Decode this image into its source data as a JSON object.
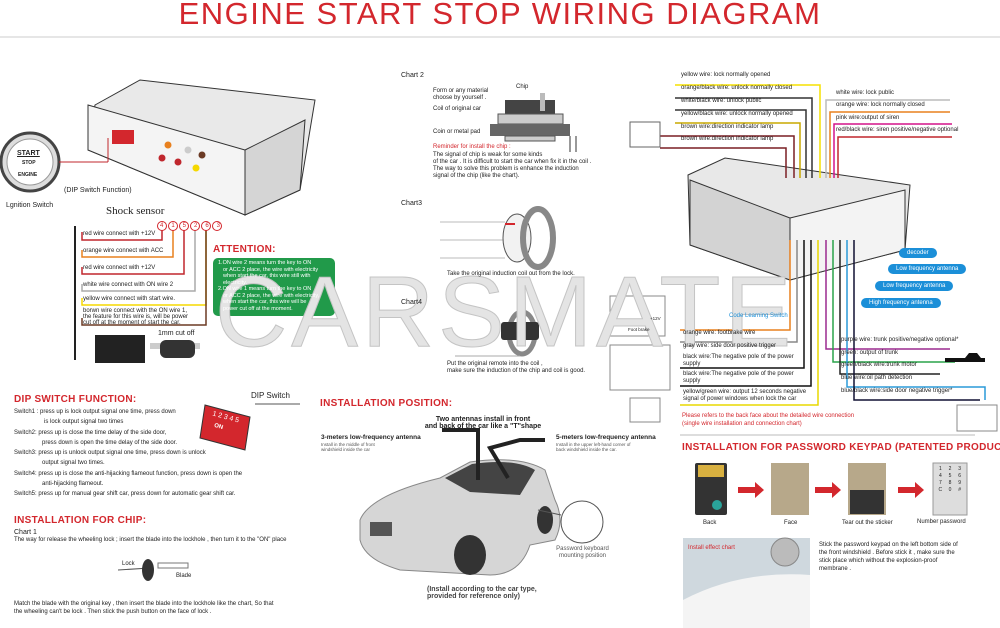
{
  "title": "ENGINE START STOP WIRING DIAGRAM",
  "watermark": "CARSMATE",
  "left": {
    "start_button": {
      "start": "START",
      "stop": "STOP",
      "engine": "ENGINE"
    },
    "ignition_label": "Lgnition Switch",
    "dip_label": "(DIP Switch Function)",
    "shock_label": "Shock sensor",
    "wire_numbers": [
      "4",
      "1",
      "5",
      "2",
      "6",
      "3"
    ],
    "wires": [
      {
        "text": "red wire connect with +12V",
        "color": "#c0272d"
      },
      {
        "text": "orange wire connect with ACC",
        "color": "#e8801e"
      },
      {
        "text": "red wire connect with +12V",
        "color": "#c0272d"
      },
      {
        "text": "white wire connect with ON wire 2",
        "color": "#aaaaaa"
      },
      {
        "text": "yellow wire connect with start wire.",
        "color": "#f5d800"
      },
      {
        "text": "borwn wire connect with the ON wire 1,",
        "color": "#6b3a24"
      }
    ],
    "brown_extra": [
      "the feature for this wire is, will be power",
      "cut off at the moment of start the car."
    ],
    "cutoff": "1mm cut off",
    "attention": {
      "title": "ATTENTION:",
      "lines": [
        "1.ON wire 2 means turn the key to ON",
        "or ACC 2 place, the wire with electricity",
        "when start the car, this wire still with",
        "electricity.",
        "2.ON wire 1 means turn the key to ON",
        "or ACC 2 place, the wire with electricity,",
        "when start the car, this wire will be",
        "power cut off at the moment."
      ]
    }
  },
  "dip": {
    "title": "DIP SWITCH FUNCTION:",
    "label": "DIP Switch",
    "switch_numbers": "1 2 3 4 5",
    "on": "ON",
    "lines": [
      "Switch1 : press up is lock output signal one time, press down",
      "is lock output signal two times",
      "Switch2: press up is close the time delay of the side door,",
      "press down is open the time delay of the side door.",
      "Switch3: press up is unlock output signal one time, press down is unlock",
      "output signal two times.",
      "Switch4: press up is close the anti-hijacking flameout function, press down is open the",
      "anti-hijacking flameout.",
      "Switch5: press up for manual gear shift car, press down for automatic gear shift car."
    ]
  },
  "chip": {
    "title": "INSTALLATION FOR CHIP:",
    "chart1": "Chart 1",
    "line1": "The way for release the wheeling lock ; insert the blade into the lockhole , then turn it to the \"ON\" place",
    "lock": "Lock",
    "blade": "Blade",
    "line2": "Match the blade with the original key , then insert the blade into the lockhole like the chart, So that",
    "line3": "the wheeling can't be lock . Then stick the push button on the face of lock ."
  },
  "chart2": {
    "title": "Chart 2",
    "chip": "Chip",
    "form": "Form or any material",
    "form2": "choose by yourself .",
    "coil": "Coil of original car",
    "coin": "Coin or metal pad",
    "reminder": "Reminder for install the chip :",
    "lines": [
      "The signal of chip is weak for some kinds",
      "of the car . It is difficult to start the car when fix it in the coil .",
      "The way to solve this problem is enhance the induction",
      "signal of the chip (like the chart)."
    ]
  },
  "chart3": {
    "title": "Chart3",
    "caption": "Take the original induction coil out from the lock."
  },
  "chart4": {
    "title": "Chart4",
    "caption1": "Put the original remote into the coil ,",
    "caption2": "make sure the induction of the chip and coil is good."
  },
  "position": {
    "title": "INSTALLATION POSITION:",
    "t1": "Two antennas install in front",
    "t2": "and back of the car like a \"T\"shape",
    "ant3": "3-meters low-frequency antenna",
    "ant3_sub1": "Install in the middle of front",
    "ant3_sub2": "windshield inside the car",
    "ant5": "5-meters low-frequency antenna",
    "ant5_sub1": "Install in the upper left-hand corner of",
    "ant5_sub2": "back windshield inside the car.",
    "kb1": "Password keyboard",
    "kb2": "mounting position",
    "note1": "(Install according to the car type,",
    "note2": "provided for reference only)"
  },
  "wiring": {
    "top_left": [
      {
        "text": "yellow wire: lock normally opened",
        "color": "#f5e000"
      },
      {
        "text": "orange/black wire: unlock normally closed",
        "color": "#333"
      },
      {
        "text": "white/black wire: unlock public",
        "color": "#333"
      },
      {
        "text": "yellow/black wire: unlock normally opened",
        "color": "#c8a800"
      },
      {
        "text": "brown wire:direction indicator lamp",
        "color": "#7a1f24"
      },
      {
        "text": "brown wire:direction indicator lamp",
        "color": "#7a1f24"
      }
    ],
    "top_right": [
      {
        "text": "white wire: lock public",
        "color": "#bbb"
      },
      {
        "text": "orange wire: lock normally closed",
        "color": "#e8801e"
      },
      {
        "text": "pink wire:output of siren",
        "color": "#d4148a"
      },
      {
        "text": "red/black wire: siren positive/negative optional",
        "color": "#c0272d"
      }
    ],
    "pills": [
      "decoder",
      "Low frequency antenna",
      "Low frequency antenna",
      "High frequency antenna"
    ],
    "code_switch": "Code Learning Switch",
    "foot_brake": "Foot brake",
    "plus12": "+12V",
    "bottom_left": [
      {
        "text": "orange wire: footbrake wire",
        "color": "#e8801e"
      },
      {
        "text": "gray wire: side door positive trigger",
        "color": "#888"
      },
      {
        "text": "black wire:The negative pole of the power",
        "text2": "supply",
        "color": "#111"
      },
      {
        "text": "black wire:The negative pole of the power",
        "text2": "supply",
        "color": "#111"
      },
      {
        "text": "yellow/green wire: output 12 seconds negative",
        "text2": "signal of power windows when lock the car",
        "color": "#e8d800"
      }
    ],
    "bottom_right": [
      {
        "text": "purple wire: trunk positive/negative optional*",
        "color": "#9b2a8f"
      },
      {
        "text": "green: output of trunk",
        "color": "#2aa34a"
      },
      {
        "text": "green/black wire:trunk motor",
        "color": "#222"
      },
      {
        "text": "blue wire:oil path detection",
        "color": "#2a9ad8"
      },
      {
        "text": "blue/black wire:side door negative trigger*",
        "color": "#113"
      }
    ],
    "note1": "Please refers to the back face about the detailed wire connection",
    "note2": "(single wire installation and connection chart)"
  },
  "keypad": {
    "title": "INSTALLATION FOR PASSWORD KEYPAD (PATENTED PRODUCT)",
    "steps": [
      "Back",
      "Face",
      "Tear out the sticker",
      "Number password"
    ],
    "keys": [
      "1",
      "2",
      "3",
      "4",
      "5",
      "6",
      "7",
      "8",
      "9",
      "C",
      "0",
      "#"
    ],
    "effect": "Install effect chart",
    "desc": [
      "Stick the password keypad on the left bottom side of",
      "the front windshield . Before stick it , make sure the",
      "stick place which without the explosion-proof",
      "membrane ."
    ]
  }
}
